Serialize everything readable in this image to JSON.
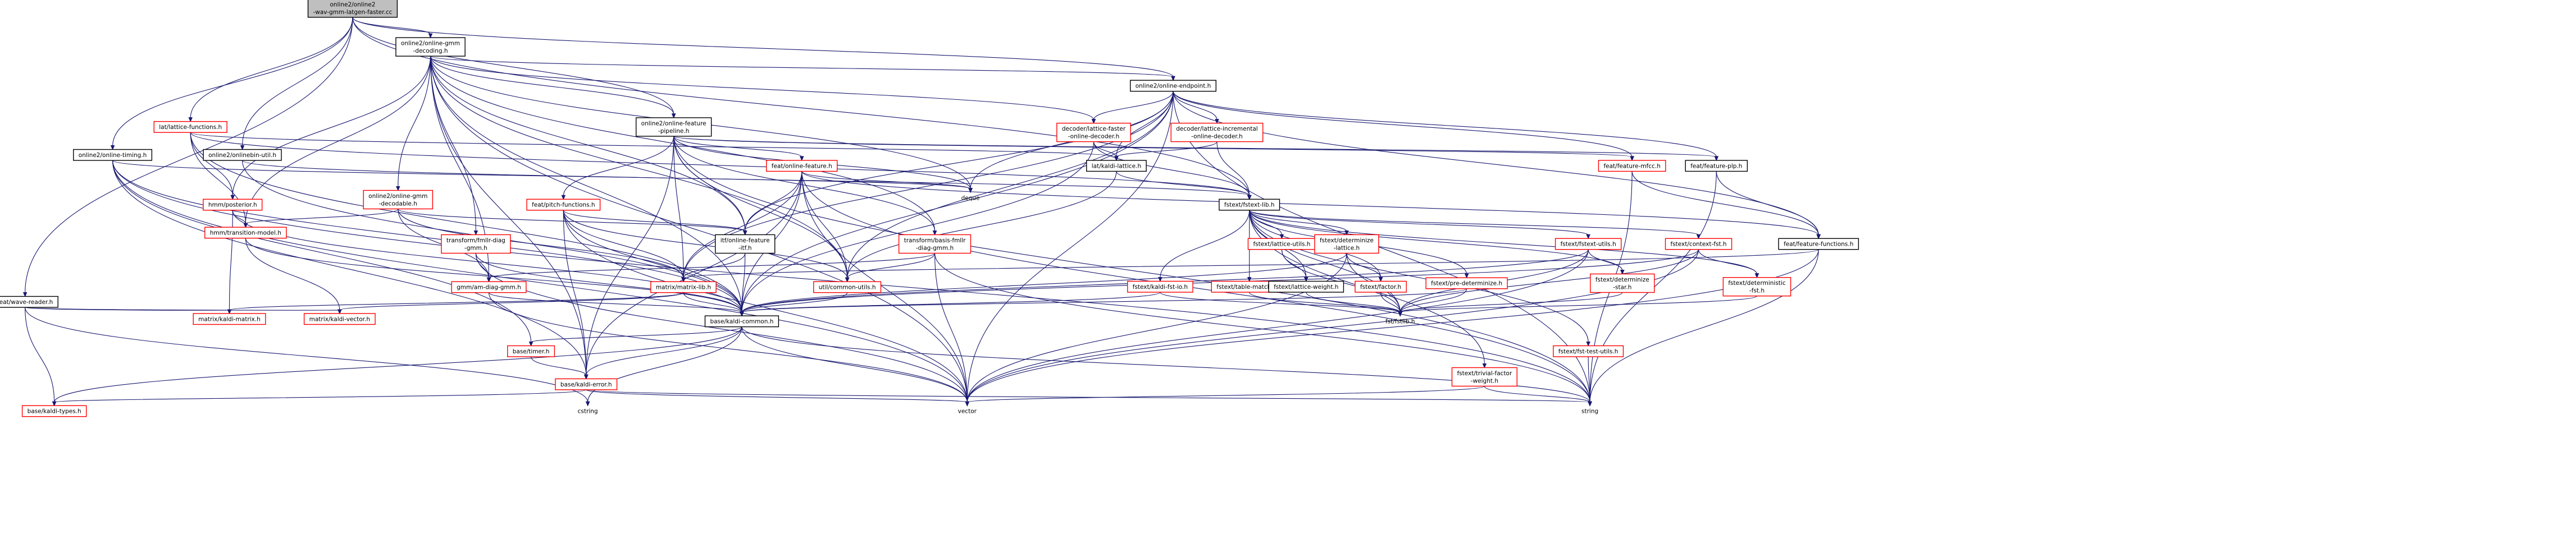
{
  "colors": {
    "edge": "#191970",
    "border_documented": "#000000",
    "border_undocumented": "#ff0000",
    "root_fill": "#bfbfbf",
    "node_fill": "#ffffff"
  },
  "nodes": [
    {
      "id": "root",
      "lines": [
        "online2/online2",
        "-wav-gmm-latgen-faster.cc"
      ],
      "root": true
    },
    {
      "id": "wave",
      "lines": [
        "feat/wave-reader.h"
      ]
    },
    {
      "id": "ogd",
      "lines": [
        "online2/online-gmm",
        "-decoding.h"
      ]
    },
    {
      "id": "lf",
      "lines": [
        "lat/lattice-functions.h"
      ],
      "red": true
    },
    {
      "id": "timing",
      "lines": [
        "online2/online-timing.h"
      ]
    },
    {
      "id": "onl2util",
      "lines": [
        "online2/onlinebin-util.h"
      ]
    },
    {
      "id": "ofp",
      "lines": [
        "online2/online-feature",
        "-pipeline.h"
      ]
    },
    {
      "id": "endpoint",
      "lines": [
        "online2/online-endpoint.h"
      ]
    },
    {
      "id": "lfod",
      "lines": [
        "decoder/lattice-faster",
        "-online-decoder.h"
      ],
      "red": true
    },
    {
      "id": "lincr",
      "lines": [
        "decoder/lattice-incremental",
        "-online-decoder.h"
      ],
      "red": true
    },
    {
      "id": "posterior",
      "lines": [
        "hmm/posterior.h"
      ],
      "red": true
    },
    {
      "id": "ogdo",
      "lines": [
        "online2/online-gmm",
        "-decodable.h"
      ],
      "red": true
    },
    {
      "id": "kaldilattice",
      "lines": [
        "lat/kaldi-lattice.h"
      ]
    },
    {
      "id": "onlinefeat",
      "lines": [
        "feat/online-feature.h"
      ],
      "red": true
    },
    {
      "id": "pitch",
      "lines": [
        "feat/pitch-functions.h"
      ],
      "red": true
    },
    {
      "id": "featmfcc",
      "lines": [
        "feat/feature-mfcc.h"
      ],
      "red": true
    },
    {
      "id": "featplp",
      "lines": [
        "feat/feature-plp.h"
      ]
    },
    {
      "id": "deque",
      "lines": [
        "deque"
      ],
      "bare": true
    },
    {
      "id": "fstlib",
      "lines": [
        "fstext/fstext-lib.h"
      ]
    },
    {
      "id": "transmodel",
      "lines": [
        "hmm/transition-model.h"
      ],
      "red": true
    },
    {
      "id": "fmllr",
      "lines": [
        "transform/fmllr-diag",
        "-gmm.h"
      ],
      "red": true
    },
    {
      "id": "itf",
      "lines": [
        "itf/online-feature",
        "-itf.h"
      ]
    },
    {
      "id": "basisfmllr",
      "lines": [
        "transform/basis-fmllr",
        "-diag-gmm.h"
      ],
      "red": true
    },
    {
      "id": "latutils",
      "lines": [
        "fstext/lattice-utils.h"
      ],
      "red": true
    },
    {
      "id": "determlat",
      "lines": [
        "fstext/determinize",
        "-lattice.h"
      ],
      "red": true
    },
    {
      "id": "fstutils",
      "lines": [
        "fstext/fstext-utils.h"
      ],
      "red": true
    },
    {
      "id": "context",
      "lines": [
        "fstext/context-fst.h"
      ],
      "red": true
    },
    {
      "id": "featfuncs",
      "lines": [
        "feat/feature-functions.h"
      ]
    },
    {
      "id": "amdiag",
      "lines": [
        "gmm/am-diag-gmm.h"
      ],
      "red": true
    },
    {
      "id": "matrixlib",
      "lines": [
        "matrix/matrix-lib.h"
      ],
      "red": true
    },
    {
      "id": "common",
      "lines": [
        "util/common-utils.h"
      ],
      "red": true
    },
    {
      "id": "kaldiio",
      "lines": [
        "fstext/kaldi-fst-io.h"
      ],
      "red": true
    },
    {
      "id": "tablematch",
      "lines": [
        "fstext/table-matcher.h"
      ],
      "red": true
    },
    {
      "id": "latweight",
      "lines": [
        "fstext/lattice-weight.h"
      ]
    },
    {
      "id": "factor",
      "lines": [
        "fstext/factor.h"
      ],
      "red": true
    },
    {
      "id": "predet",
      "lines": [
        "fstext/pre-determinize.h"
      ],
      "red": true
    },
    {
      "id": "detstar",
      "lines": [
        "fstext/determinize",
        "-star.h"
      ],
      "red": true
    },
    {
      "id": "determfst",
      "lines": [
        "fstext/deterministic",
        "-fst.h"
      ],
      "red": true
    },
    {
      "id": "kmatrix",
      "lines": [
        "matrix/kaldi-matrix.h"
      ],
      "red": true
    },
    {
      "id": "kvector",
      "lines": [
        "matrix/kaldi-vector.h"
      ],
      "red": true
    },
    {
      "id": "kcommon",
      "lines": [
        "base/kaldi-common.h"
      ]
    },
    {
      "id": "fstfst",
      "lines": [
        "fst/fstlib.h"
      ],
      "bare": true
    },
    {
      "id": "timer",
      "lines": [
        "base/timer.h"
      ],
      "red": true
    },
    {
      "id": "fsttest",
      "lines": [
        "fstext/fst-test-utils.h"
      ],
      "red": true
    },
    {
      "id": "trivial",
      "lines": [
        "fstext/trivial-factor",
        "-weight.h"
      ],
      "red": true
    },
    {
      "id": "kerror",
      "lines": [
        "base/kaldi-error.h"
      ],
      "red": true
    },
    {
      "id": "ktypes",
      "lines": [
        "base/kaldi-types.h"
      ],
      "red": true
    },
    {
      "id": "cstring",
      "lines": [
        "cstring"
      ],
      "bare": true
    },
    {
      "id": "vector",
      "lines": [
        "vector"
      ],
      "bare": true
    },
    {
      "id": "string",
      "lines": [
        "string"
      ],
      "bare": true
    }
  ]
}
